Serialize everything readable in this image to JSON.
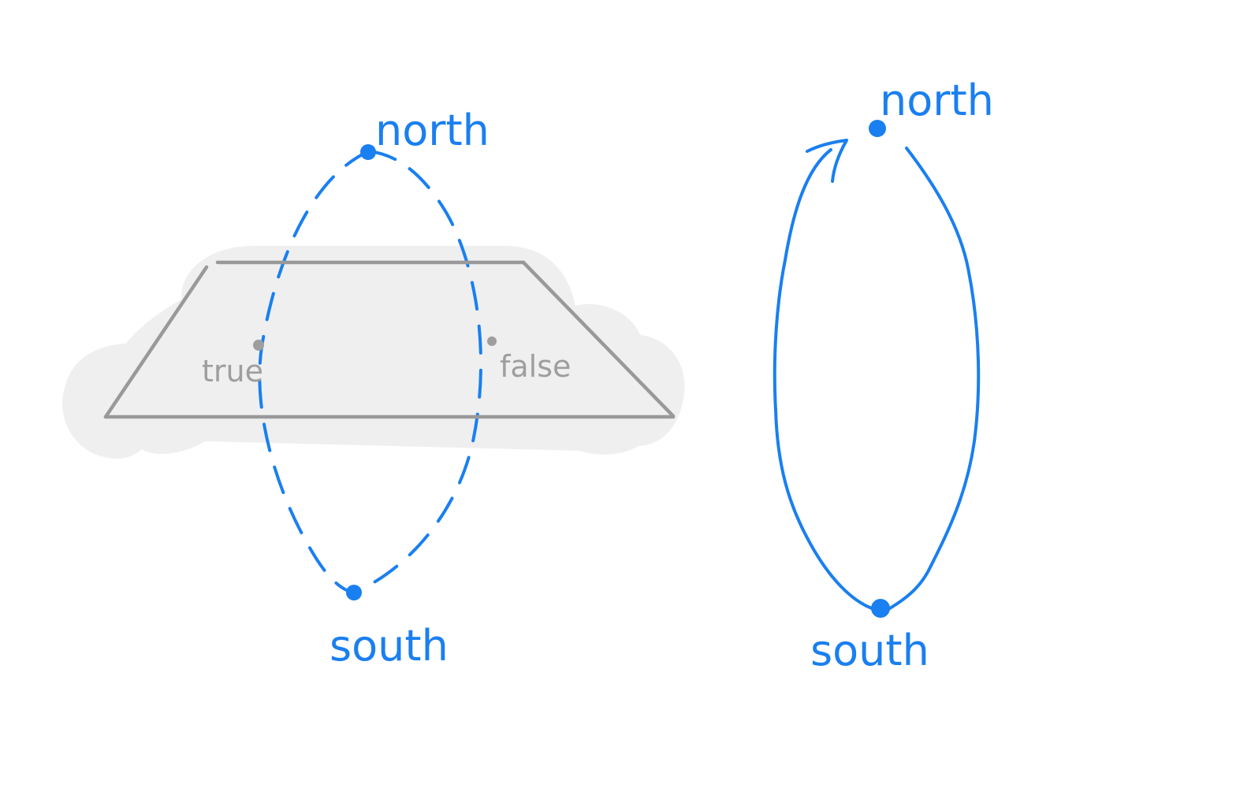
{
  "left_diagram": {
    "north_label": "north",
    "south_label": "south",
    "true_label": "true",
    "false_label": "false"
  },
  "right_diagram": {
    "north_label": "north",
    "south_label": "south"
  },
  "colors": {
    "accent_blue": "#1a7ff0",
    "plane_grey": "#999999",
    "cloud_fill": "#efefef",
    "label_grey": "#9e9e9e"
  },
  "icons": [
    "arrowhead-icon"
  ]
}
